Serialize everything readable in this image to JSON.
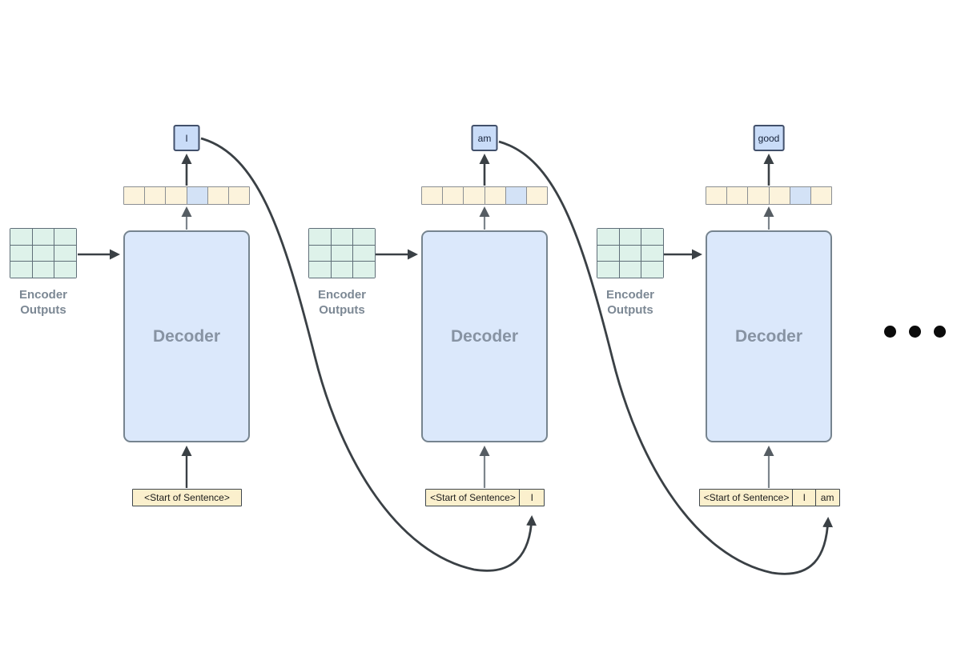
{
  "stages": [
    {
      "output_token": "I",
      "decoder_label": "Decoder",
      "encoder_label": {
        "line1": "Encoder",
        "line2": "Outputs"
      },
      "probability_bar": {
        "cells": 6,
        "highlight_index": 3
      },
      "input_tokens": [
        "<Start of Sentence>"
      ]
    },
    {
      "output_token": "am",
      "decoder_label": "Decoder",
      "encoder_label": {
        "line1": "Encoder",
        "line2": "Outputs"
      },
      "probability_bar": {
        "cells": 6,
        "highlight_index": 4
      },
      "input_tokens": [
        "<Start of Sentence>",
        "I"
      ]
    },
    {
      "output_token": "good",
      "decoder_label": "Decoder",
      "encoder_label": {
        "line1": "Encoder",
        "line2": "Outputs"
      },
      "probability_bar": {
        "cells": 6,
        "highlight_index": 4
      },
      "input_tokens": [
        "<Start of Sentence>",
        "I",
        "am"
      ]
    }
  ],
  "colors": {
    "decoder_fill": "#dbe8fb",
    "decoder_border": "#76848f",
    "token_fill": "#c9dcf8",
    "bar_cell_fill": "#fcf3dc",
    "bar_highlight_fill": "#d3e2f6",
    "input_cell_fill": "#fbf0cd",
    "encoder_cell_fill": "#def2ea",
    "arrow_dark": "#3a4045",
    "arrow_gray": "#7d858c"
  }
}
